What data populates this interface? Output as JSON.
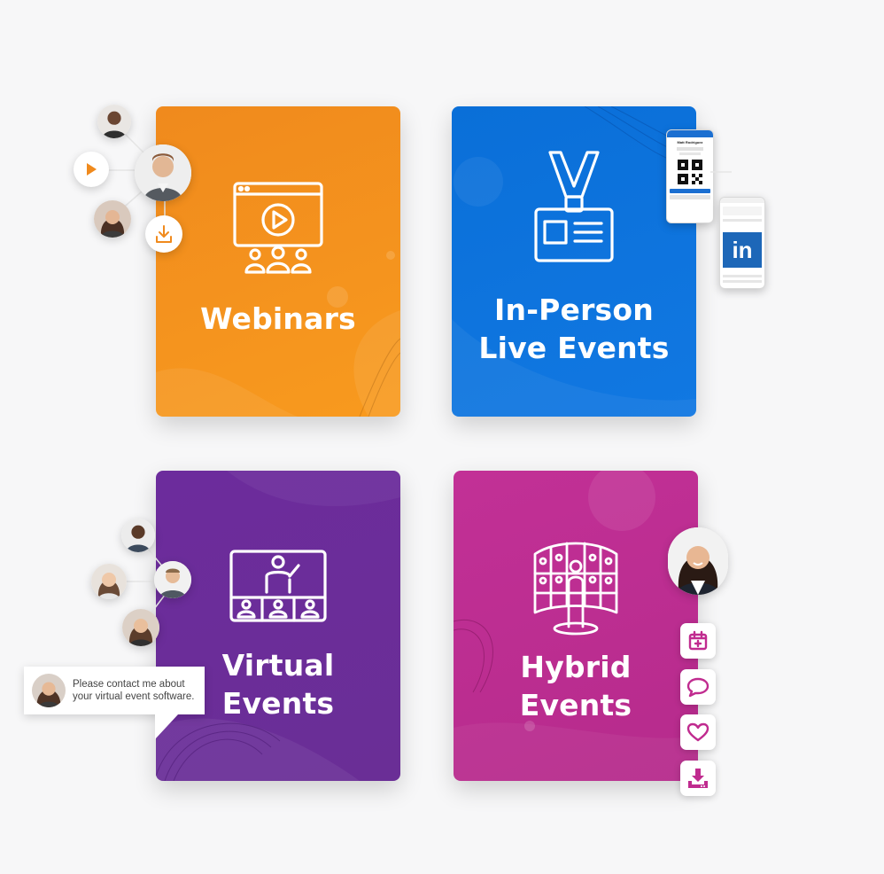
{
  "cards": [
    {
      "id": "webinars",
      "lines": [
        "Webinars"
      ],
      "color": "#f89a1e",
      "icon": "webinar-screen-icon"
    },
    {
      "id": "inperson",
      "lines": [
        "In-Person",
        "Live Events"
      ],
      "color": "#0a6fd8",
      "icon": "badge-lanyard-icon"
    },
    {
      "id": "virtual",
      "lines": [
        "Virtual",
        "Events"
      ],
      "color": "#6a2e96",
      "icon": "virtual-classroom-icon"
    },
    {
      "id": "hybrid",
      "lines": [
        "Hybrid",
        "Events"
      ],
      "color": "#c23096",
      "icon": "hybrid-stage-icon"
    }
  ],
  "chat_bubble": {
    "line1": "Please contact me about",
    "line2": "your virtual event software."
  },
  "phone_card": {
    "name": "Matt Rodriguez",
    "social_logo": "in"
  },
  "action_icons": [
    "calendar-add-icon",
    "chat-icon",
    "heart-icon",
    "download-icon"
  ],
  "colors": {
    "orange": "#f89a1e",
    "blue": "#0a6fd8",
    "purple": "#6a2e96",
    "magenta": "#c23096",
    "accent_pink": "#c02b8f"
  }
}
